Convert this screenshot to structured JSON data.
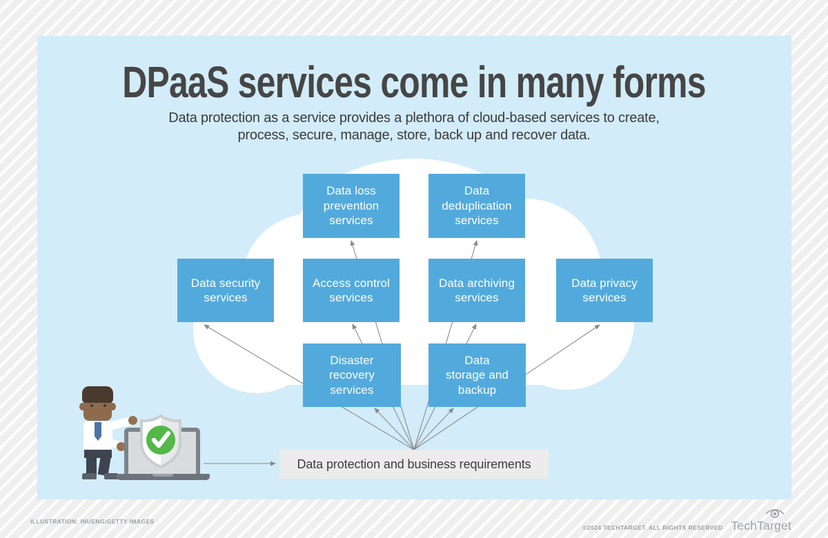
{
  "header": {
    "title": "DPaaS services come in many forms",
    "subtitle_line1": "Data protection as a service provides a plethora of cloud-based services to create,",
    "subtitle_line2": "process, secure, manage, store, back up and recover data."
  },
  "cloud_services": {
    "boxes": [
      {
        "id": "data-loss-prevention",
        "label": "Data loss\nprevention\nservices"
      },
      {
        "id": "data-deduplication",
        "label": "Data\ndeduplication\nservices"
      },
      {
        "id": "data-security",
        "label": "Data security\nservices"
      },
      {
        "id": "access-control",
        "label": "Access control\nservices"
      },
      {
        "id": "data-archiving",
        "label": "Data archiving\nservices"
      },
      {
        "id": "data-privacy",
        "label": "Data privacy\nservices"
      },
      {
        "id": "disaster-recovery",
        "label": "Disaster\nrecovery\nservices"
      },
      {
        "id": "data-storage-backup",
        "label": "Data\nstorage and\nbackup"
      }
    ],
    "requirements_label": "Data protection and business requirements"
  },
  "icons": {
    "shield_check": "shield-with-green-checkmark",
    "person": "man-presenting-laptop",
    "brand_eye": "techtarget-eye-target"
  },
  "colors": {
    "panel_bg": "#d2ecf9",
    "service_box": "#52aadc",
    "service_box_text": "#ffffff",
    "requirements_bg": "#ececec",
    "cloud": "#ffffff",
    "arrow": "#8a8a8a",
    "title_text": "#464646",
    "shield_green": "#53b848"
  },
  "footer": {
    "credit": "ILLUSTRATION: INUENG/GETTY IMAGES",
    "copyright": "©2024 TECHTARGET. ALL RIGHTS RESERVED",
    "brand": "TechTarget"
  }
}
